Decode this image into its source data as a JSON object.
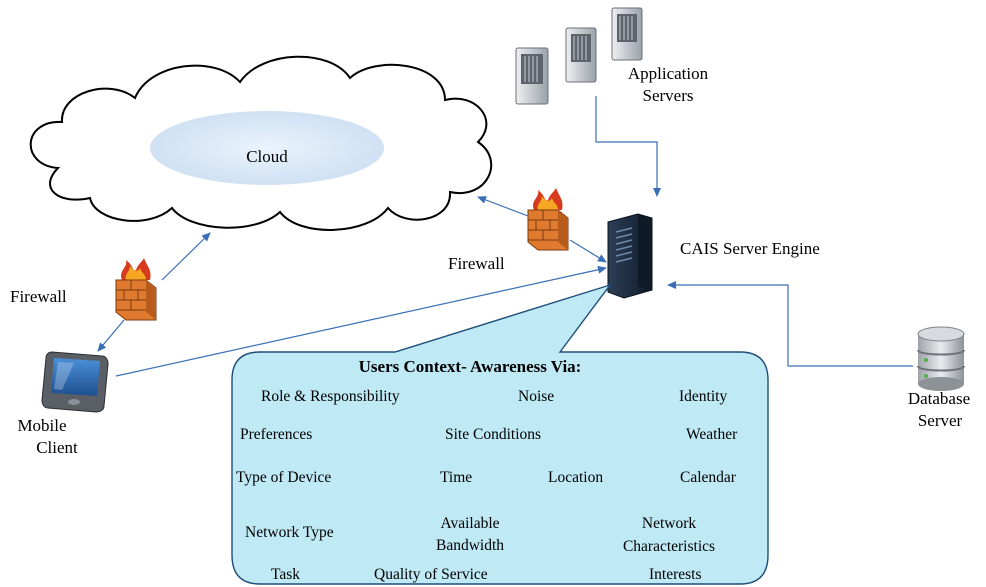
{
  "labels": {
    "cloud": "Cloud",
    "application_servers_line1": "Application",
    "application_servers_line2": "Servers",
    "cais_server_engine": "CAIS Server Engine",
    "firewall_right": "Firewall",
    "firewall_left": "Firewall",
    "mobile_client_line1": "Mobile",
    "mobile_client_line2": "Client",
    "database_server_line1": "Database",
    "database_server_line2": "Server"
  },
  "callout": {
    "title": "Users Context- Awareness Via:",
    "items": [
      "Role & Responsibility",
      "Noise",
      "Identity",
      "Preferences",
      "Site Conditions",
      "Weather",
      "Type of Device",
      "Time",
      "Location",
      "Calendar",
      "Network Type",
      "Available",
      "Bandwidth",
      "Network",
      "Characteristics",
      "Task",
      "Quality of Service",
      "Interests"
    ]
  },
  "colors": {
    "connector": "#3a6fb5",
    "callout_fill": "#bfe9f5",
    "callout_stroke": "#1f4e79",
    "cloud_inner": "#dbe9f7",
    "server_body": "#cfd3d8",
    "firewall_brick": "#e07a2e",
    "flame": "#d63a1f"
  },
  "icons": [
    "server-rack-icon",
    "tower-server-icon",
    "firewall-icon",
    "mobile-phone-icon",
    "database-icon",
    "cloud-icon"
  ]
}
